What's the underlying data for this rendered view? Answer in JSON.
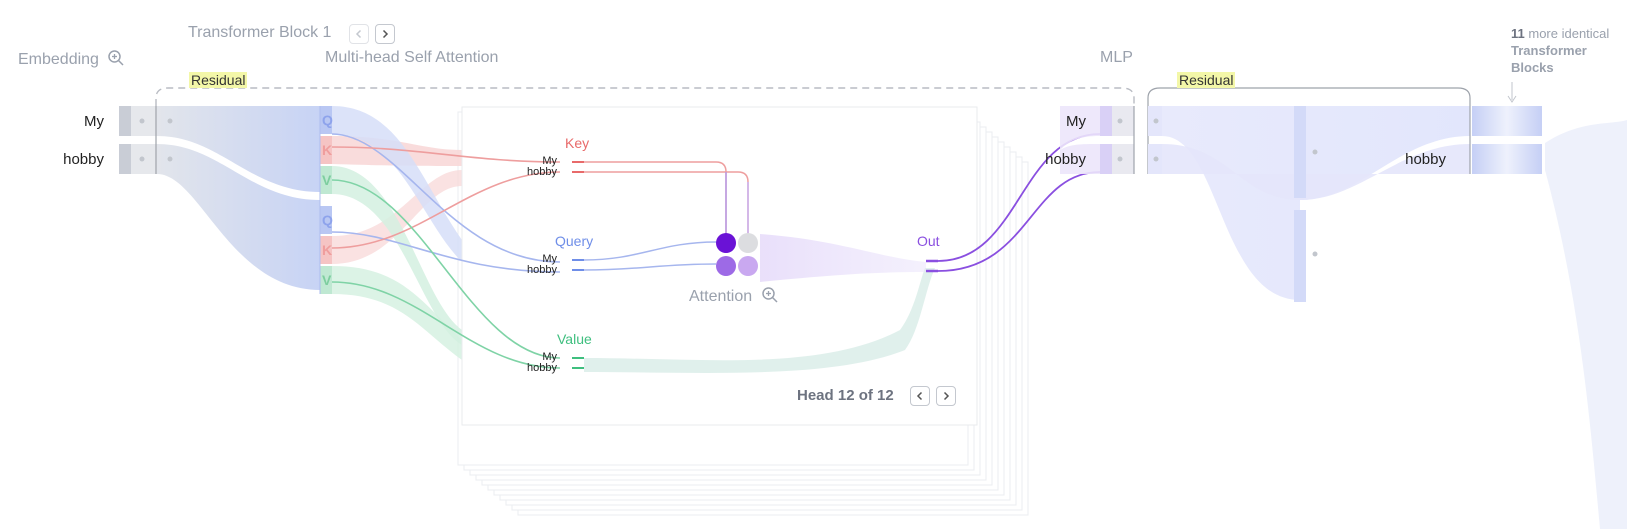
{
  "header": {
    "embedding_title": "Embedding",
    "block_title": "Transformer Block 1",
    "attention_title": "Multi-head Self Attention",
    "mlp_title": "MLP",
    "residual_label_1": "Residual",
    "residual_label_2": "Residual",
    "more_blocks_count": "11",
    "more_blocks_text_1": "more identical",
    "more_blocks_text_2": "Transformer",
    "more_blocks_text_3": "Blocks"
  },
  "tokens": [
    "My",
    "hobby"
  ],
  "qkv_labels": {
    "q": "Q",
    "k": "K",
    "v": "V"
  },
  "head": {
    "key_label": "Key",
    "query_label": "Query",
    "value_label": "Value",
    "out_label": "Out",
    "attention_label": "Attention",
    "head_counter": "Head 12 of 12",
    "key_tokens": [
      "My",
      "hobby"
    ],
    "query_tokens": [
      "My",
      "hobby"
    ],
    "value_tokens": [
      "My",
      "hobby"
    ]
  },
  "mlp_output_token": "hobby",
  "colors": {
    "embedding": "#c9cdd6",
    "residual_blue": "#c8d4f6",
    "query": "#6f8ee8",
    "key": "#e86a6a",
    "value": "#3fbf7f",
    "out": "#8a4fe0",
    "attention_dark": "#6a12d6",
    "attention_mid": "#9d6ae6",
    "attention_light": "#c9a8f0",
    "attention_gray": "#dcdde0",
    "mlp_flow": "#d9dcfa"
  }
}
